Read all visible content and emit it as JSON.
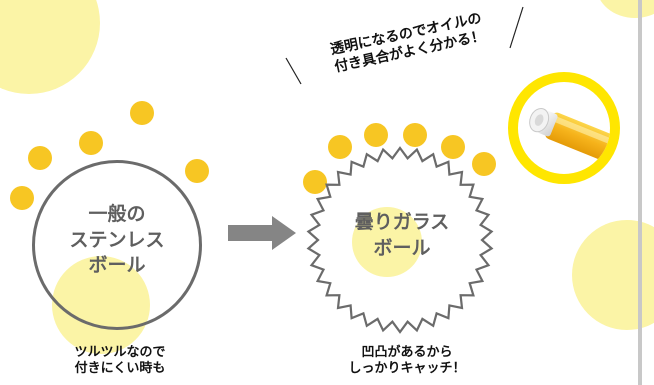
{
  "colors": {
    "pale_yellow": "#fbf4a6",
    "dot_yellow": "#f7c623",
    "ring_gray": "#6b6b6b",
    "arrow_gray": "#858585",
    "highlight_ring": "#ffe600",
    "side_rail": "#c8c8c8",
    "label_text": "#5f5f5f"
  },
  "callout": {
    "line1": "透明になるのでオイルの",
    "line2": "付き具合がよく分かる！"
  },
  "left_ball": {
    "title": "一般の\nステンレス\nボール",
    "caption": "ツルツルなので\n付きにくい時も"
  },
  "right_ball": {
    "title": "曇りガラス\nボール",
    "caption": "凹凸があるから\nしっかりキャッチ！"
  },
  "icons": {
    "arrow": "right-arrow-icon",
    "bottle": "bottle-icon"
  }
}
